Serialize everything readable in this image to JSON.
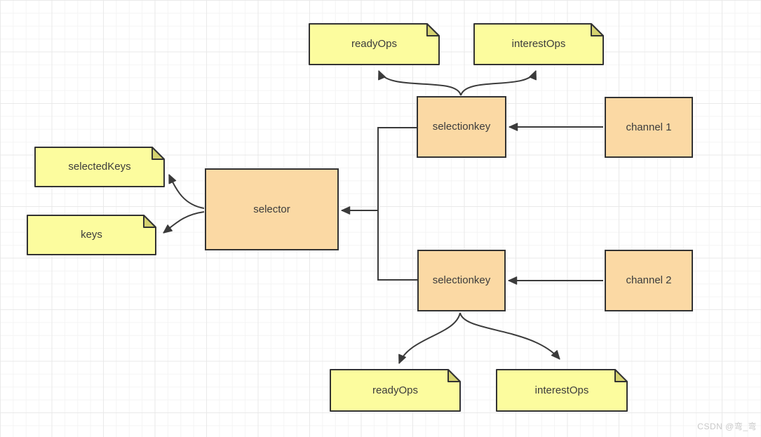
{
  "diagram": {
    "nodes": {
      "readyops_top": {
        "label": "readyOps",
        "shape": "note"
      },
      "interestops_top": {
        "label": "interestOps",
        "shape": "note"
      },
      "selectionkey_1": {
        "label": "selectionkey",
        "shape": "box"
      },
      "channel_1": {
        "label": "channel 1",
        "shape": "box"
      },
      "selector": {
        "label": "selector",
        "shape": "box"
      },
      "selectedkeys": {
        "label": "selectedKeys",
        "shape": "note"
      },
      "keys": {
        "label": "keys",
        "shape": "note"
      },
      "selectionkey_2": {
        "label": "selectionkey",
        "shape": "box"
      },
      "channel_2": {
        "label": "channel 2",
        "shape": "box"
      },
      "readyops_bottom": {
        "label": "readyOps",
        "shape": "note"
      },
      "interestops_bottom": {
        "label": "interestOps",
        "shape": "note"
      }
    },
    "edges": [
      {
        "from": "selectionkey_1",
        "to": "readyops_top",
        "style": "curved-arrow"
      },
      {
        "from": "selectionkey_1",
        "to": "interestops_top",
        "style": "curved-arrow"
      },
      {
        "from": "channel_1",
        "to": "selectionkey_1",
        "style": "straight-arrow"
      },
      {
        "from": "channel_2",
        "to": "selectionkey_2",
        "style": "straight-arrow"
      },
      {
        "from": "selectionkey_1",
        "to": "selector",
        "style": "orthogonal-arrow"
      },
      {
        "from": "selectionkey_2",
        "to": "selector",
        "style": "orthogonal-arrow"
      },
      {
        "from": "selector",
        "to": "selectedkeys",
        "style": "curved-arrow"
      },
      {
        "from": "selector",
        "to": "keys",
        "style": "curved-arrow"
      },
      {
        "from": "selectionkey_2",
        "to": "readyops_bottom",
        "style": "curved-arrow"
      },
      {
        "from": "selectionkey_2",
        "to": "interestops_bottom",
        "style": "curved-arrow"
      }
    ],
    "colors": {
      "note_fill": "#fcfc9e",
      "note_fold": "#d5d26f",
      "box_fill": "#fbd9a4",
      "outline": "#333333",
      "arrow": "#3b3b3b",
      "grid_minor": "#f4f4f4",
      "grid_major": "#e9e9e9",
      "text": "#3c3c3c"
    }
  },
  "watermark": {
    "text": "CSDN @弯_弯"
  }
}
